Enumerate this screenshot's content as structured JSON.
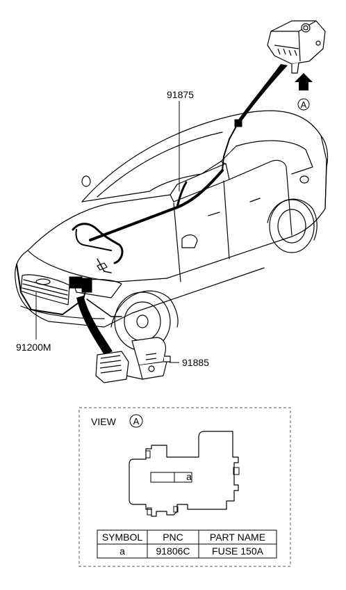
{
  "callouts": {
    "view_marker": "A",
    "part_top": "91875",
    "part_left": "91200M",
    "part_bottom": "91885"
  },
  "view_panel": {
    "title": "VIEW",
    "marker": "A",
    "fuse_symbol": "a"
  },
  "parts_table": {
    "headers": [
      "SYMBOL",
      "PNC",
      "PART NAME"
    ],
    "rows": [
      [
        "a",
        "91806C",
        "FUSE 150A"
      ]
    ]
  }
}
